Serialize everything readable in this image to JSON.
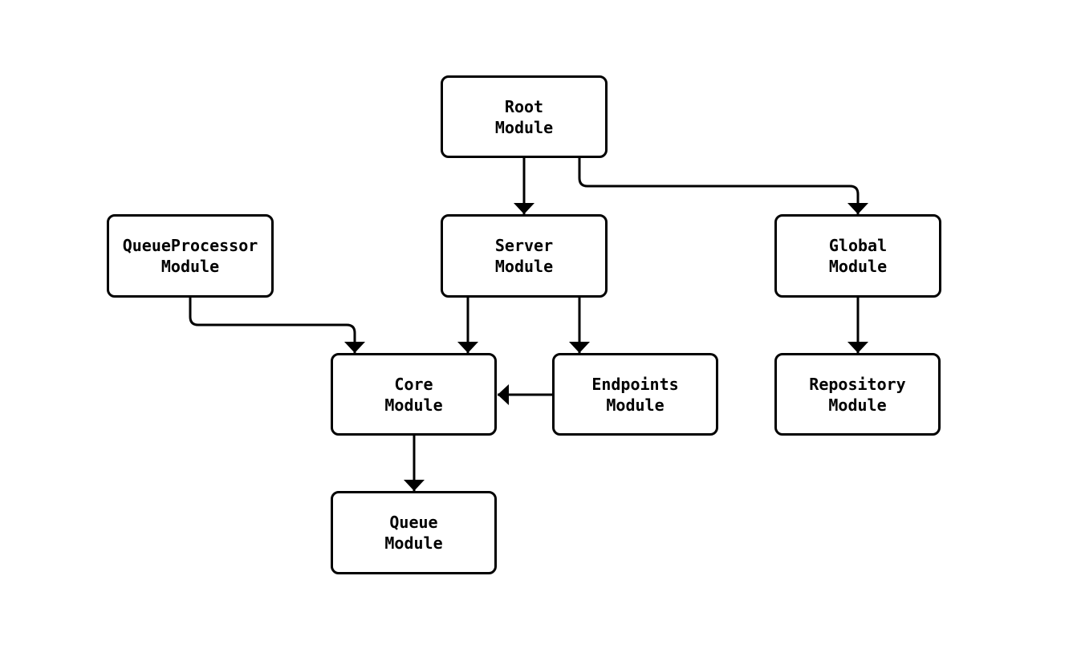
{
  "diagram": {
    "type": "flowchart",
    "nodes": [
      {
        "id": "root",
        "label": "Root\nModule"
      },
      {
        "id": "queueprocessor",
        "label": "QueueProcessor\nModule"
      },
      {
        "id": "server",
        "label": "Server\nModule"
      },
      {
        "id": "global",
        "label": "Global\nModule"
      },
      {
        "id": "core",
        "label": "Core\nModule"
      },
      {
        "id": "endpoints",
        "label": "Endpoints\nModule"
      },
      {
        "id": "repository",
        "label": "Repository\nModule"
      },
      {
        "id": "queue",
        "label": "Queue\nModule"
      }
    ],
    "edges": [
      {
        "from": "root",
        "to": "server"
      },
      {
        "from": "root",
        "to": "global"
      },
      {
        "from": "queueprocessor",
        "to": "core"
      },
      {
        "from": "server",
        "to": "core"
      },
      {
        "from": "server",
        "to": "endpoints"
      },
      {
        "from": "endpoints",
        "to": "core"
      },
      {
        "from": "global",
        "to": "repository"
      },
      {
        "from": "core",
        "to": "queue"
      }
    ]
  },
  "colors": {
    "background": "#ffffff",
    "node_fill": "#ffffff",
    "node_stroke": "#000000",
    "edge_stroke": "#000000",
    "text": "#000000"
  }
}
